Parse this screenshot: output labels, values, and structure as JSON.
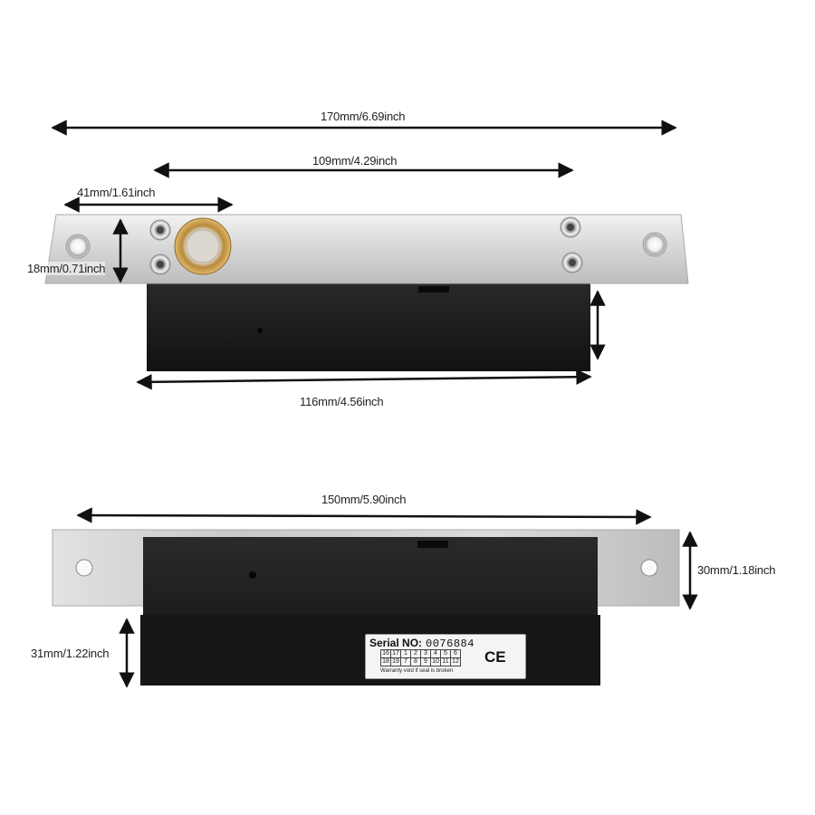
{
  "dimensions": {
    "top_overall_length": "170mm/6.69inch",
    "top_hole_spacing": "109mm/4.29inch",
    "top_bolt_offset": "41mm/1.61inch",
    "top_plate_width": "18mm/0.71inch",
    "top_body_length": "116mm/4.56inch",
    "bottom_plate_length": "150mm/5.90inch",
    "bottom_plate_height": "30mm/1.18inch",
    "bottom_body_height": "31mm/1.22inch"
  },
  "label": {
    "serial_prefix": "Serial NO:",
    "serial_number": "0076884",
    "grid_row_1": [
      "16",
      "17",
      "1",
      "2",
      "3",
      "4",
      "5",
      "6"
    ],
    "grid_row_2": [
      "18",
      "19",
      "7",
      "8",
      "9",
      "10",
      "11",
      "12"
    ],
    "ce_mark": "CE",
    "warranty": "Warranty void if seal is broken"
  },
  "colors": {
    "steel": "#d9d9d9",
    "body": "#1c1c1c",
    "brass": "#c9a25a"
  }
}
